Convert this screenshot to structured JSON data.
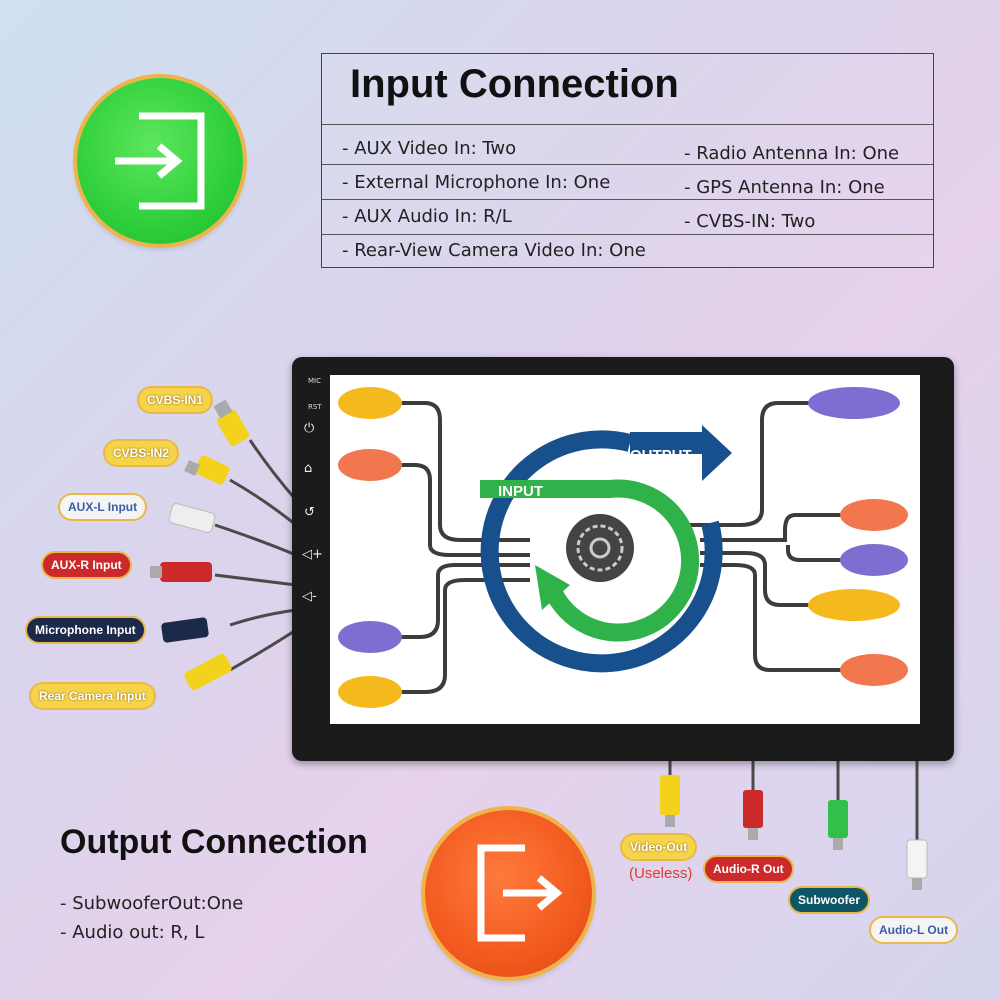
{
  "input_section": {
    "title": "Input Connection",
    "left_items": [
      "- AUX Video In: Two",
      "- External Microphone In: One",
      "- AUX Audio In: R/L",
      "- Rear-View Camera Video In: One"
    ],
    "right_items": [
      "- Radio Antenna In: One",
      "- GPS Antenna In: One",
      "- CVBS-IN: Two"
    ],
    "icon": "enter-icon",
    "icon_color": "#2ecf3a"
  },
  "device": {
    "side_labels": [
      "MIC",
      "RST"
    ],
    "side_buttons": [
      {
        "icon": "power-icon",
        "glyph": "⏻"
      },
      {
        "icon": "home-icon",
        "glyph": "⌂"
      },
      {
        "icon": "back-icon",
        "glyph": "↺"
      },
      {
        "icon": "volume-up-icon",
        "glyph": "◁+"
      },
      {
        "icon": "volume-down-icon",
        "glyph": "◁-"
      }
    ],
    "screen": {
      "output_label": "OUTPUT",
      "input_label": "INPUT",
      "center_icon": "gear-icon"
    }
  },
  "input_cables": [
    {
      "label": "CVBS-IN1",
      "color": "yellow"
    },
    {
      "label": "CVBS-IN2",
      "color": "yellow"
    },
    {
      "label": "AUX-L Input",
      "color": "white"
    },
    {
      "label": "AUX-R Input",
      "color": "red"
    },
    {
      "label": "Microphone Input",
      "color": "navy"
    },
    {
      "label": "Rear Camera Input",
      "color": "yellow"
    }
  ],
  "output_cables": [
    {
      "label": "Video-Out",
      "color": "yellow",
      "note": "(Useless)"
    },
    {
      "label": "Audio-R Out",
      "color": "red"
    },
    {
      "label": "Subwoofer",
      "color": "teal"
    },
    {
      "label": "Audio-L Out",
      "color": "white"
    }
  ],
  "output_section": {
    "title": "Output Connection",
    "items": [
      "- SubwooferOut:One",
      "- Audio out: R, L"
    ],
    "icon": "exit-icon",
    "icon_color": "#f25a1e"
  }
}
